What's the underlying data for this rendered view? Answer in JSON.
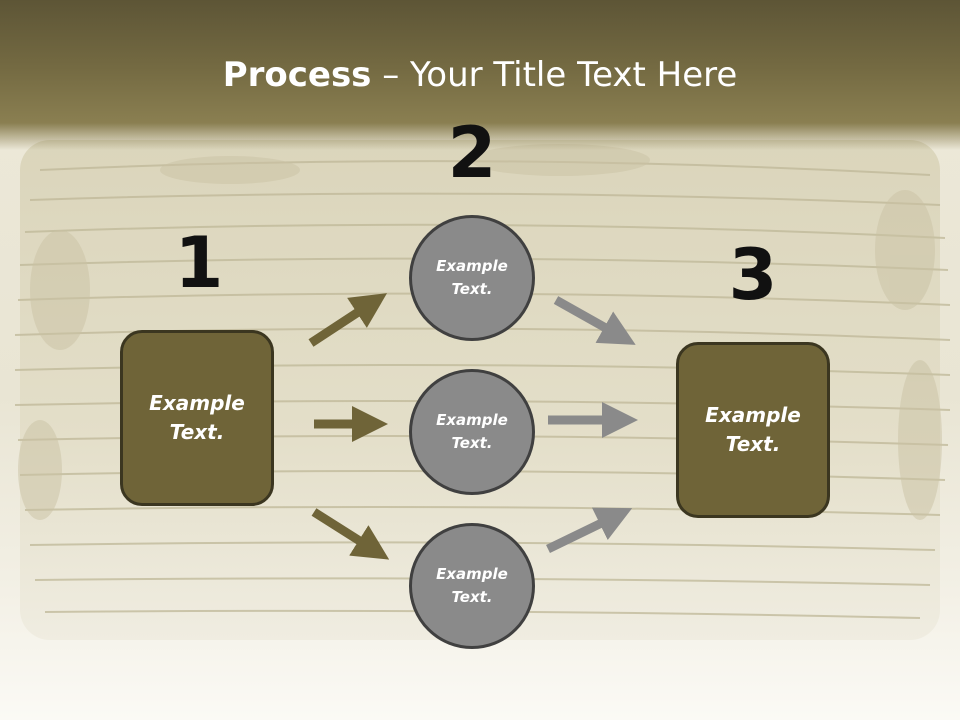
{
  "title": {
    "bold": "Process",
    "rest": " – Your Title Text Here"
  },
  "steps": {
    "n1": "1",
    "n2": "2",
    "n3": "3"
  },
  "left_box": "Example Text.",
  "circles": [
    "Example Text.",
    "Example Text.",
    "Example Text."
  ],
  "right_box": "Example Text.",
  "colors": {
    "title_band": "#746a42",
    "box_fill": "#6f6438",
    "circle_fill": "#8a8a8a",
    "left_arrow": "#6f6438",
    "right_arrow": "#8a8a8a"
  }
}
